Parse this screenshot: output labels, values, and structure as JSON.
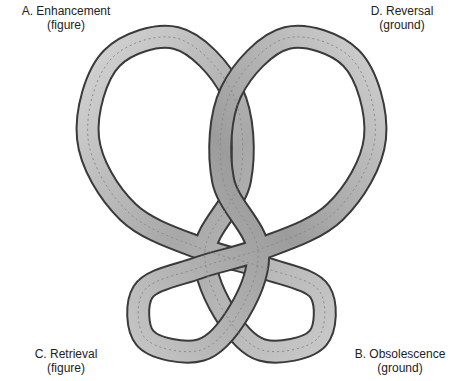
{
  "diagram": {
    "labels": [
      "A. Enhancement (figure)",
      "D. Reversal (ground)",
      "C. Retrieval (figure)",
      "B. Obsolescence (ground)"
    ]
  }
}
